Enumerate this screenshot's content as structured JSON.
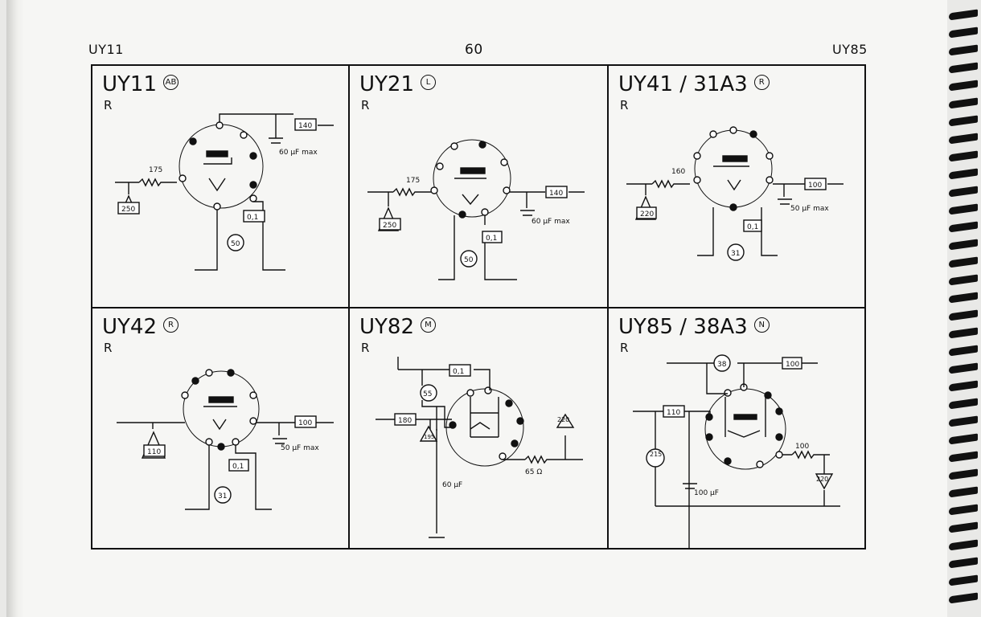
{
  "header": {
    "left": "UY11",
    "page_number": "60",
    "right": "UY85"
  },
  "cells": [
    {
      "title": "UY11",
      "badge": "AB",
      "sub": "R",
      "v1": "175",
      "v2": "250",
      "v3": "140",
      "v4": "60 μF max",
      "v5": "0,1",
      "v6": "50"
    },
    {
      "title": "UY21",
      "badge": "L",
      "sub": "R",
      "v1": "175",
      "v2": "250",
      "v3": "140",
      "v4": "60 μF max",
      "v5": "0,1",
      "v6": "50"
    },
    {
      "title": "UY41 / 31A3",
      "badge": "R",
      "sub": "R",
      "v1": "160",
      "v2": "220",
      "v3": "100",
      "v4": "50 μF max",
      "v5": "0,1",
      "v6": "31"
    },
    {
      "title": "UY42",
      "badge": "R",
      "sub": "R",
      "v2": "110",
      "v3": "100",
      "v4": "50 μF max",
      "v5": "0,1",
      "v6": "31"
    },
    {
      "title": "UY82",
      "badge": "M",
      "sub": "R",
      "v1": "0,1",
      "v2": "55",
      "v3": "180",
      "v4": "195",
      "v5": "60 μF",
      "v6": "220",
      "v7": "65 Ω"
    },
    {
      "title": "UY85 / 38A3",
      "badge": "N",
      "sub": "R",
      "v1": "38",
      "v2": "100",
      "v3": "110",
      "v4": "215",
      "v5": "100 μF",
      "v6": "100",
      "v7": "220"
    }
  ]
}
